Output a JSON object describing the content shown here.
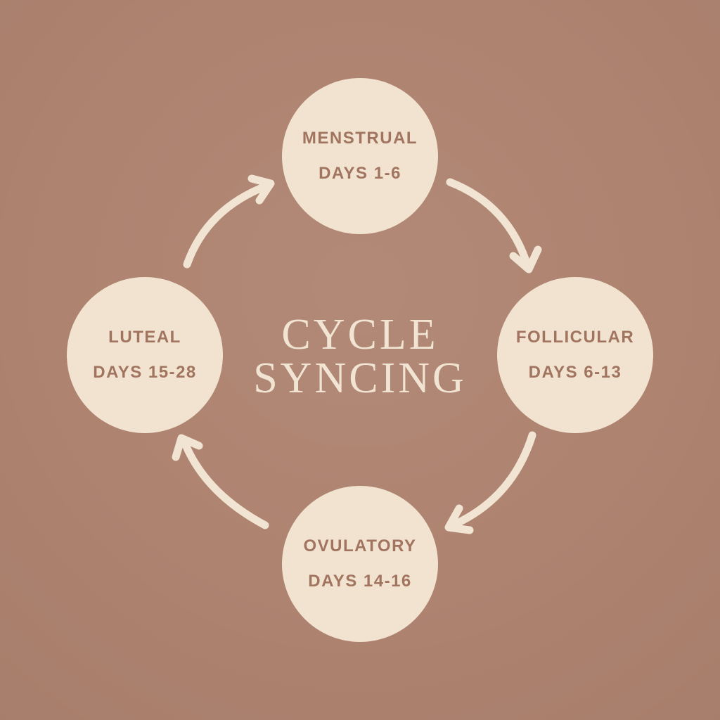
{
  "title": {
    "line1": "CYCLE",
    "line2": "SYNCING"
  },
  "phases": [
    {
      "name": "MENSTRUAL",
      "days": "DAYS 1-6",
      "position": "top"
    },
    {
      "name": "FOLLICULAR",
      "days": "DAYS 6-13",
      "position": "right"
    },
    {
      "name": "OVULATORY",
      "days": "DAYS 14-16",
      "position": "bottom"
    },
    {
      "name": "LUTEAL",
      "days": "DAYS 15-28",
      "position": "left"
    }
  ],
  "arrows": [
    {
      "from": "MENSTRUAL",
      "to": "FOLLICULAR"
    },
    {
      "from": "FOLLICULAR",
      "to": "OVULATORY"
    },
    {
      "from": "OVULATORY",
      "to": "LUTEAL"
    },
    {
      "from": "LUTEAL",
      "to": "MENSTRUAL"
    }
  ],
  "colors": {
    "background": "#ae8370",
    "circle": "#f1e3d0",
    "circle_text": "#a1745f",
    "title_text": "#f1e4d2",
    "arrow": "#f1e4d2"
  }
}
